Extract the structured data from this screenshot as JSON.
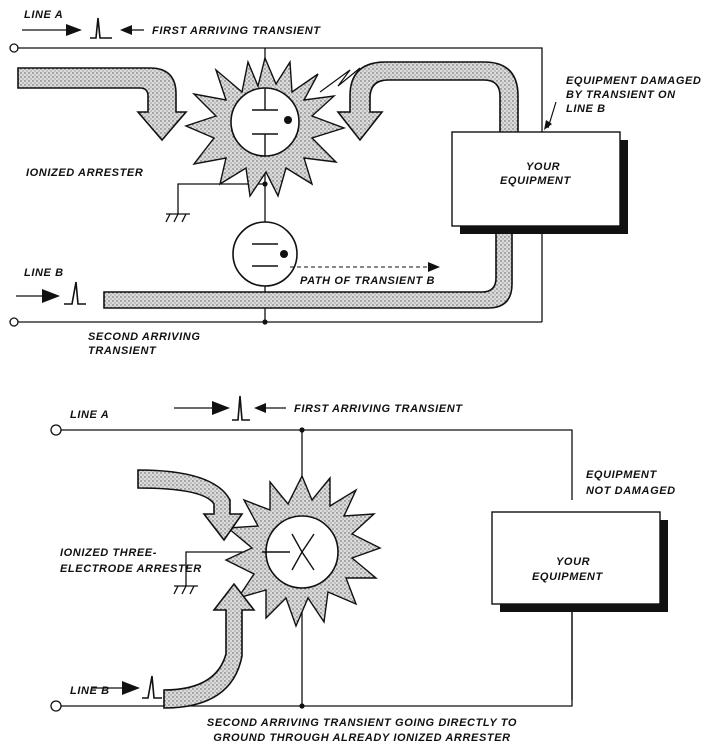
{
  "top_diagram": {
    "line_a": "LINE A",
    "first_transient": "FIRST ARRIVING TRANSIENT",
    "ionized_arrester": "IONIZED ARRESTER",
    "equipment_damaged": [
      "EQUIPMENT DAMAGED",
      "BY TRANSIENT ON",
      "LINE B"
    ],
    "your_equipment": [
      "YOUR",
      "EQUIPMENT"
    ],
    "line_b": "LINE B",
    "path_transient_b": "PATH OF TRANSIENT B",
    "second_transient": [
      "SECOND ARRIVING",
      "TRANSIENT"
    ]
  },
  "bottom_diagram": {
    "line_a": "LINE A",
    "first_transient": "FIRST ARRIVING TRANSIENT",
    "equipment_not_damaged": [
      "EQUIPMENT",
      "NOT DAMAGED"
    ],
    "ionized_three_electrode": [
      "IONIZED THREE-",
      "ELECTRODE ARRESTER"
    ],
    "your_equipment": [
      "YOUR",
      "EQUIPMENT"
    ],
    "line_b": "LINE B",
    "caption": [
      "SECOND ARRIVING TRANSIENT GOING DIRECTLY TO",
      "GROUND THROUGH ALREADY IONIZED ARRESTER"
    ]
  }
}
